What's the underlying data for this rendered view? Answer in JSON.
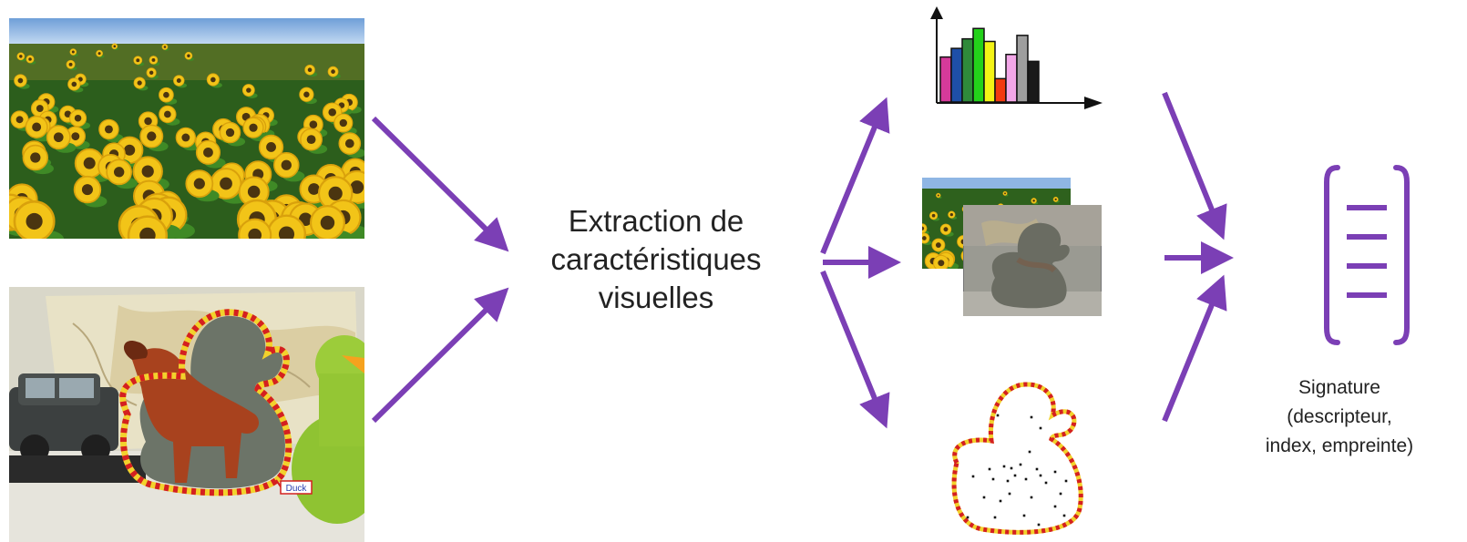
{
  "center_label": {
    "line1": "Extraction de",
    "line2": "caractéristiques",
    "line3": "visuelles"
  },
  "signature_label": {
    "line1": "Signature",
    "line2": "(descripteur,",
    "line3": "index, empreinte)"
  },
  "scene_tag": "Duck",
  "colors": {
    "arrow": "#7b3fb5",
    "contour_red": "#d42020",
    "contour_yellow": "#f2d22c",
    "sky": "#8db7e6",
    "leaf": "#2e6b1e",
    "petal": "#f2c418"
  },
  "histogram_bars": [
    "#d63a9a",
    "#1e4fa8",
    "#2f8a3a",
    "#23d11a",
    "#f4f416",
    "#f23a10",
    "#f3a7e8",
    "#9e9e9e",
    "#1a1a1a"
  ],
  "histogram_values": [
    0.52,
    0.62,
    0.73,
    0.85,
    0.7,
    0.27,
    0.55,
    0.77,
    0.47
  ]
}
